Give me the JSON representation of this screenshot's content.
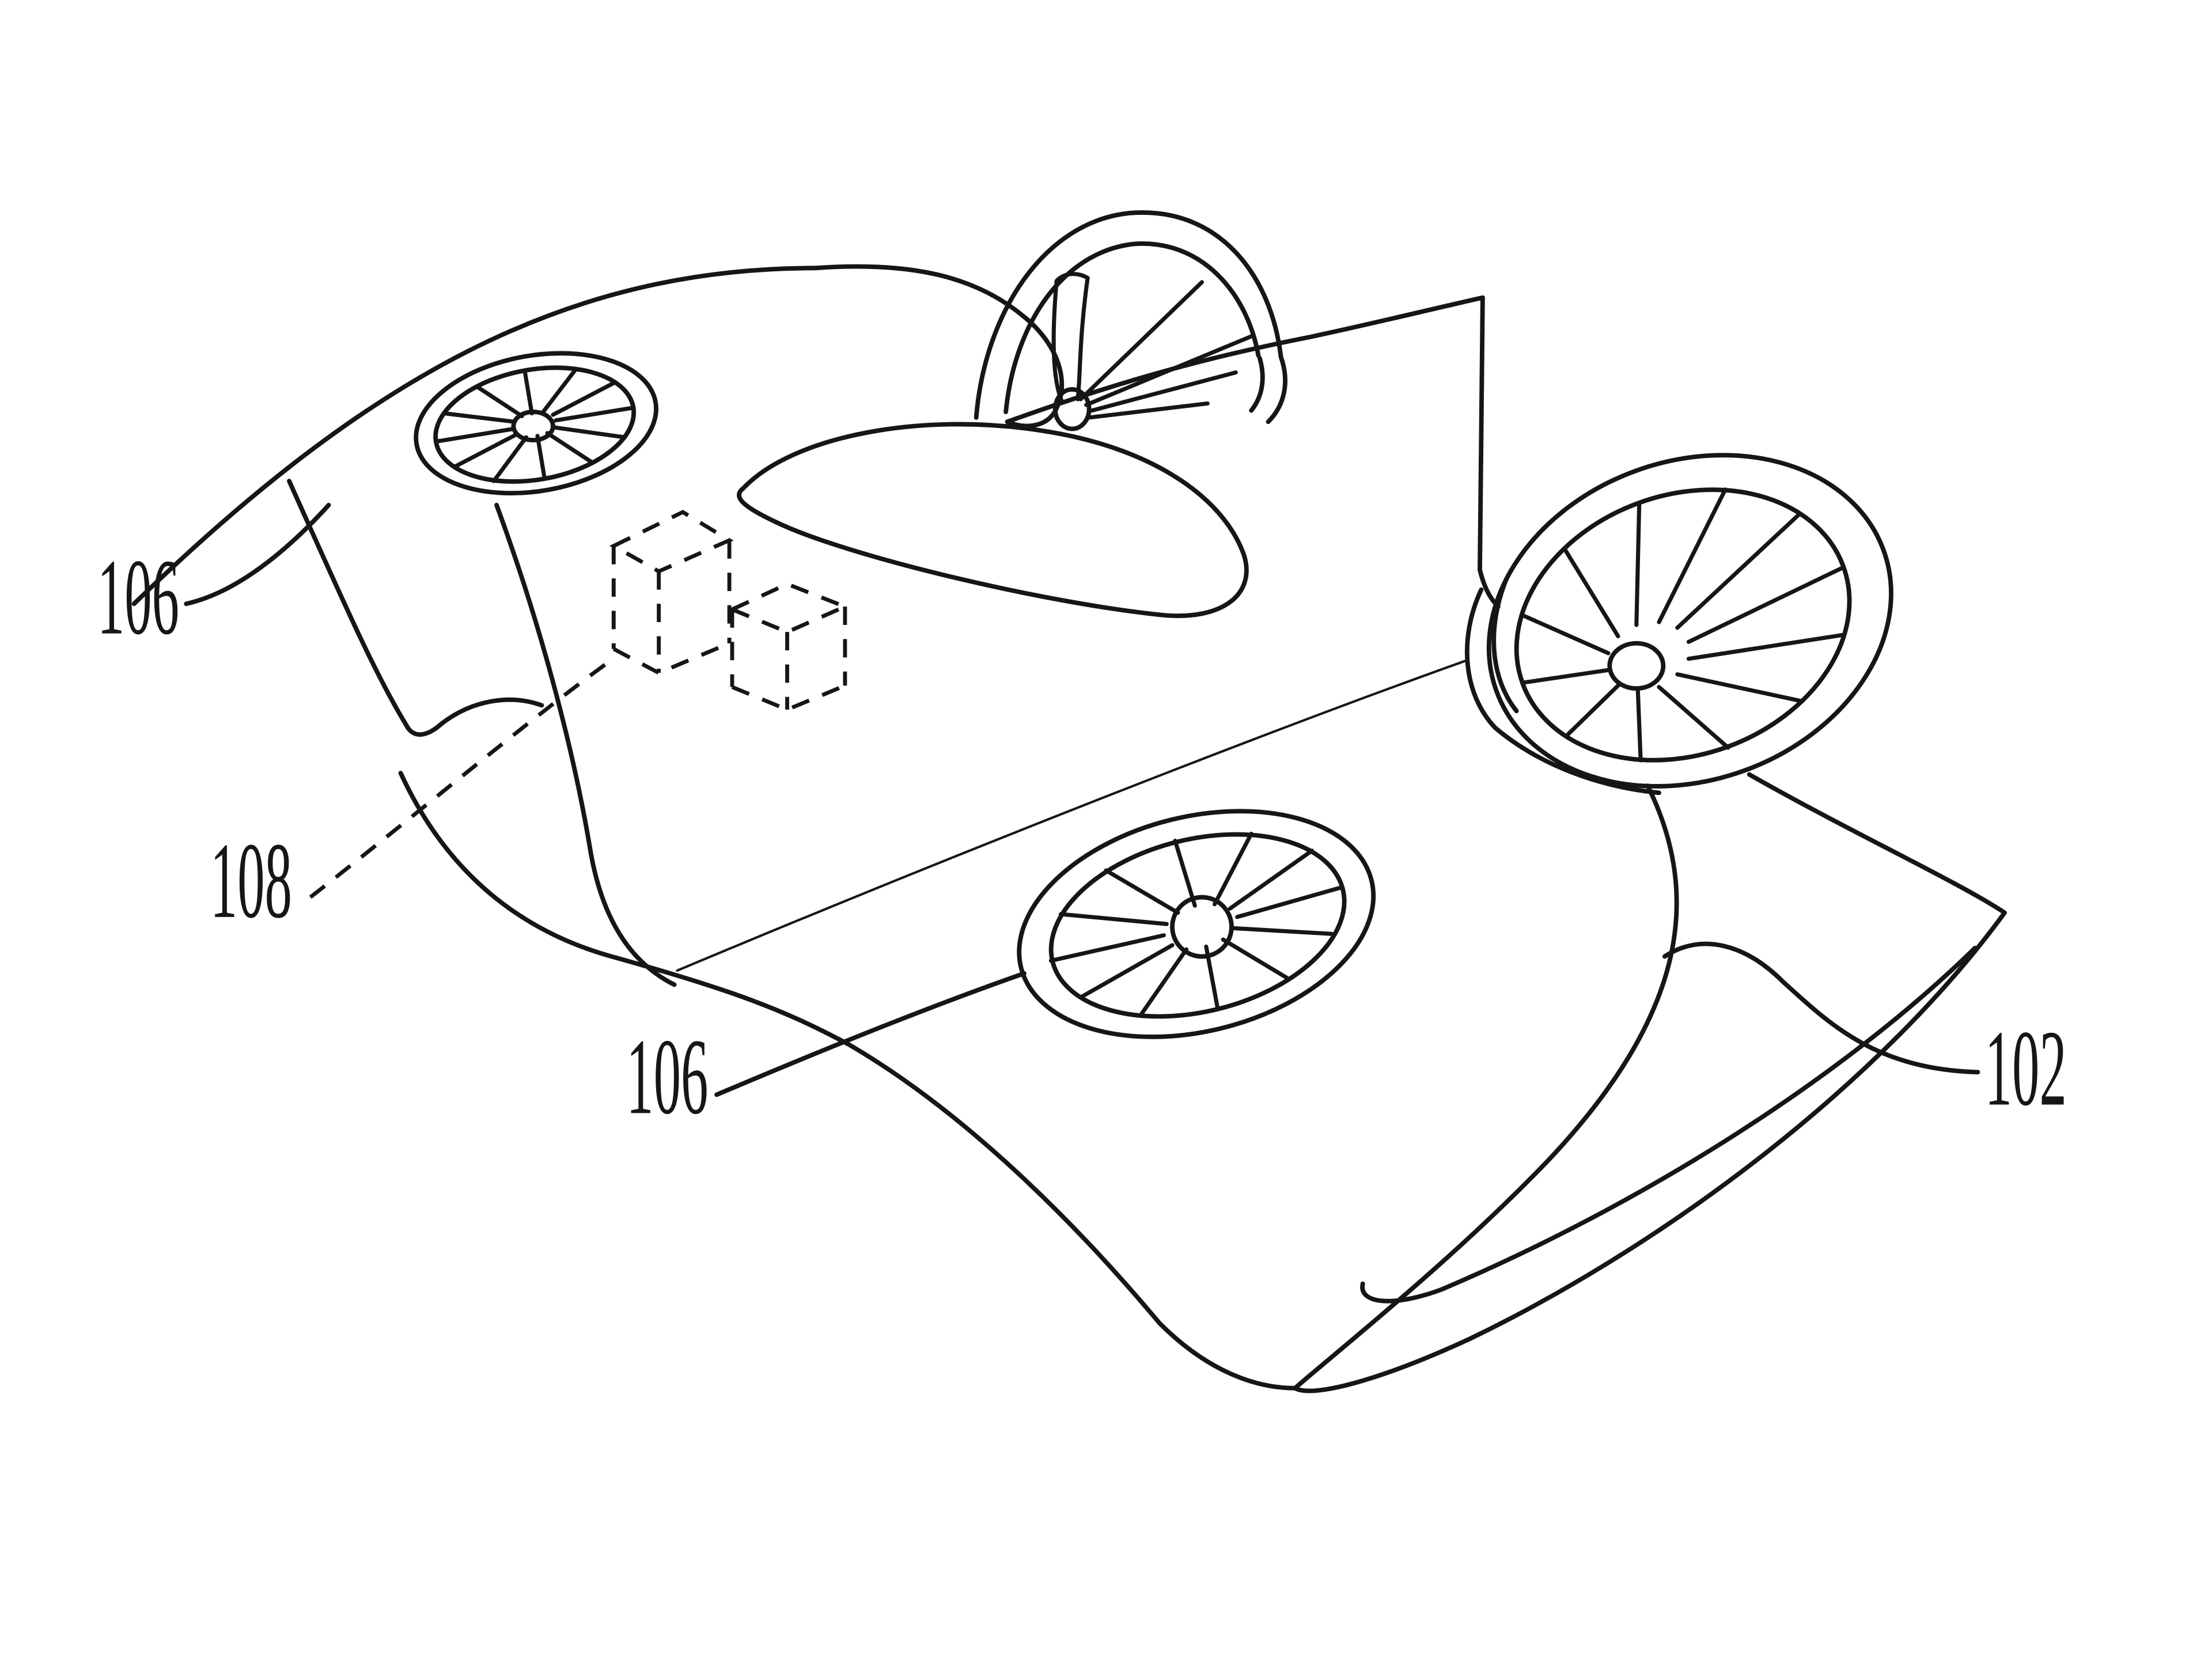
{
  "figure": {
    "kind": "patent-line-drawing",
    "subject": "vtol-aerial-vehicle-with-four-ducted-fans",
    "background_color": "#ffffff",
    "ink_color": "#161616",
    "reference_labels": [
      {
        "id": "106-top-left",
        "text": "106"
      },
      {
        "id": "108-cargo",
        "text": "108"
      },
      {
        "id": "106-bottom",
        "text": "106"
      },
      {
        "id": "102-body",
        "text": "102"
      }
    ]
  }
}
